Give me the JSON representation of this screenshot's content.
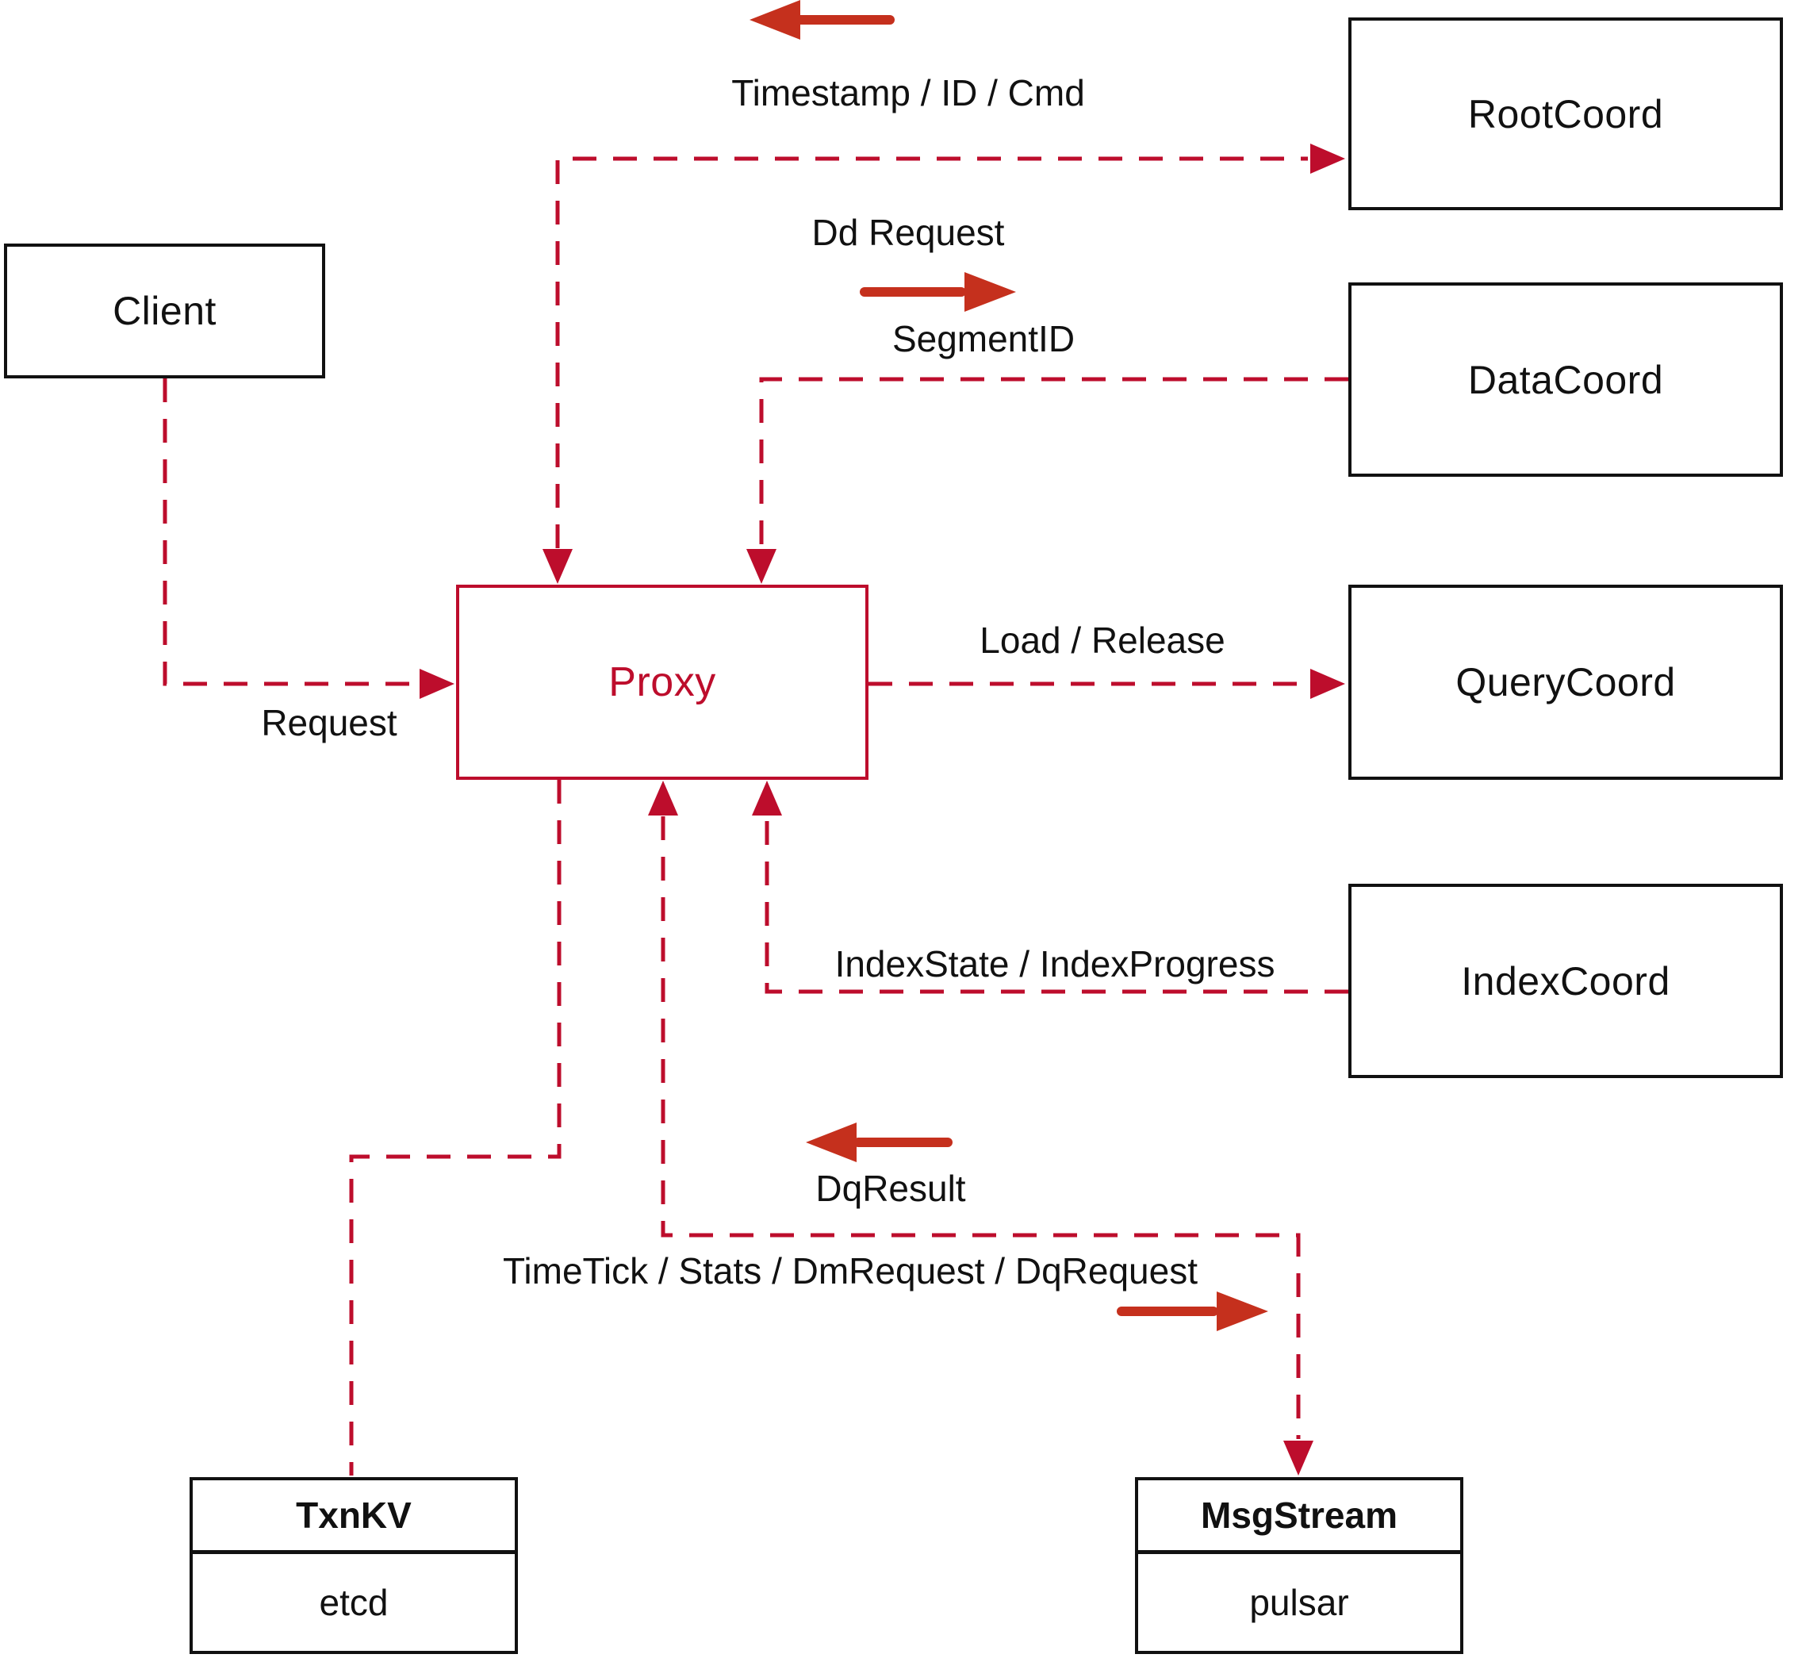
{
  "diagram": {
    "nodes": {
      "client": {
        "label": "Client"
      },
      "proxy": {
        "label": "Proxy"
      },
      "root_coord": {
        "label": "RootCoord"
      },
      "data_coord": {
        "label": "DataCoord"
      },
      "query_coord": {
        "label": "QueryCoord"
      },
      "index_coord": {
        "label": "IndexCoord"
      },
      "txn_kv": {
        "title": "TxnKV",
        "impl": "etcd"
      },
      "msg_stream": {
        "title": "MsgStream",
        "impl": "pulsar"
      }
    },
    "edges": {
      "proxy_rootcoord": {
        "label_to_proxy": "Timestamp / ID / Cmd",
        "label_to_root": "Dd Request"
      },
      "datacoord_proxy": {
        "label": "SegmentID"
      },
      "client_proxy": {
        "label": "Request"
      },
      "proxy_querycoord": {
        "label": "Load / Release"
      },
      "indexcoord_proxy": {
        "label": "IndexState / IndexProgress"
      },
      "msgstream_proxy": {
        "label": "DqResult"
      },
      "proxy_msgstream": {
        "label": "TimeTick / Stats / DmRequest / DqRequest"
      }
    },
    "colors": {
      "dashed": "#bd0d2c",
      "arrow": "#c5301d",
      "border": "#111111",
      "text": "#111111",
      "proxy": "#bd0d2c",
      "bg": "#ffffff"
    }
  }
}
